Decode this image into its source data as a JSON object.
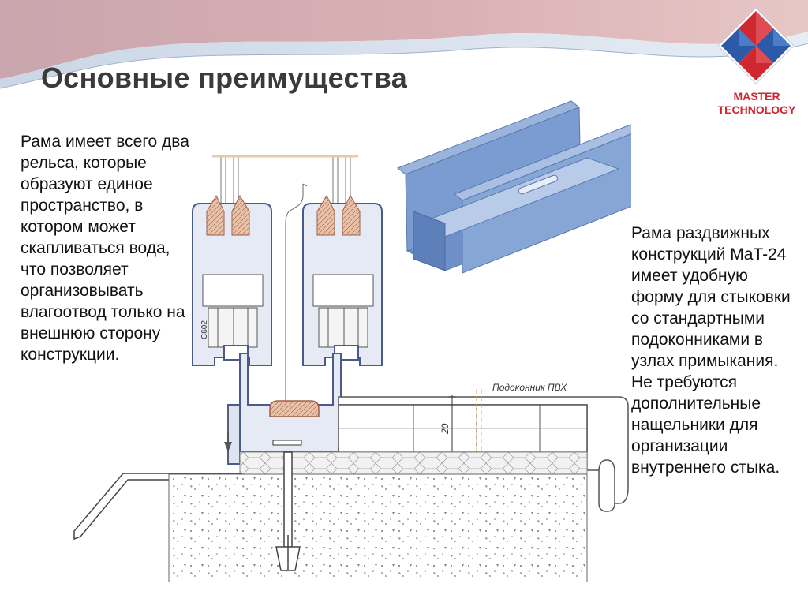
{
  "slide": {
    "title": "Основные преимущества",
    "left_text": "Рама имеет всего два рельса, которые образуют единое пространство, в котором может скапливаться вода, что позволяет организовывать влагоотвод только на внешнюю сторону конструкции.",
    "right_text": "Рама раздвижных конструкций MaT-24 имеет удобную форму для стыковки со стандартными подоконниками в узлах примыкания. Не требуются дополнительные нащельники для организации внутреннего стыка."
  },
  "logo": {
    "line1": "MASTER",
    "line2": "TECHNOLOGY"
  },
  "drawing": {
    "sill_label": "Подоконник ПВХ",
    "dimension_label": "20",
    "profile_mark": "C602"
  },
  "colors": {
    "title": "#3a3a3a",
    "logo_red": "#d02830",
    "logo_blue": "#2d5aa8",
    "profile_fill": "#e6eaf4",
    "profile_stroke": "#4a5a8a",
    "rail_3d": "#7a9cd0"
  },
  "icons": [
    "logo-diamond-icon",
    "drain-arrow-icon"
  ]
}
